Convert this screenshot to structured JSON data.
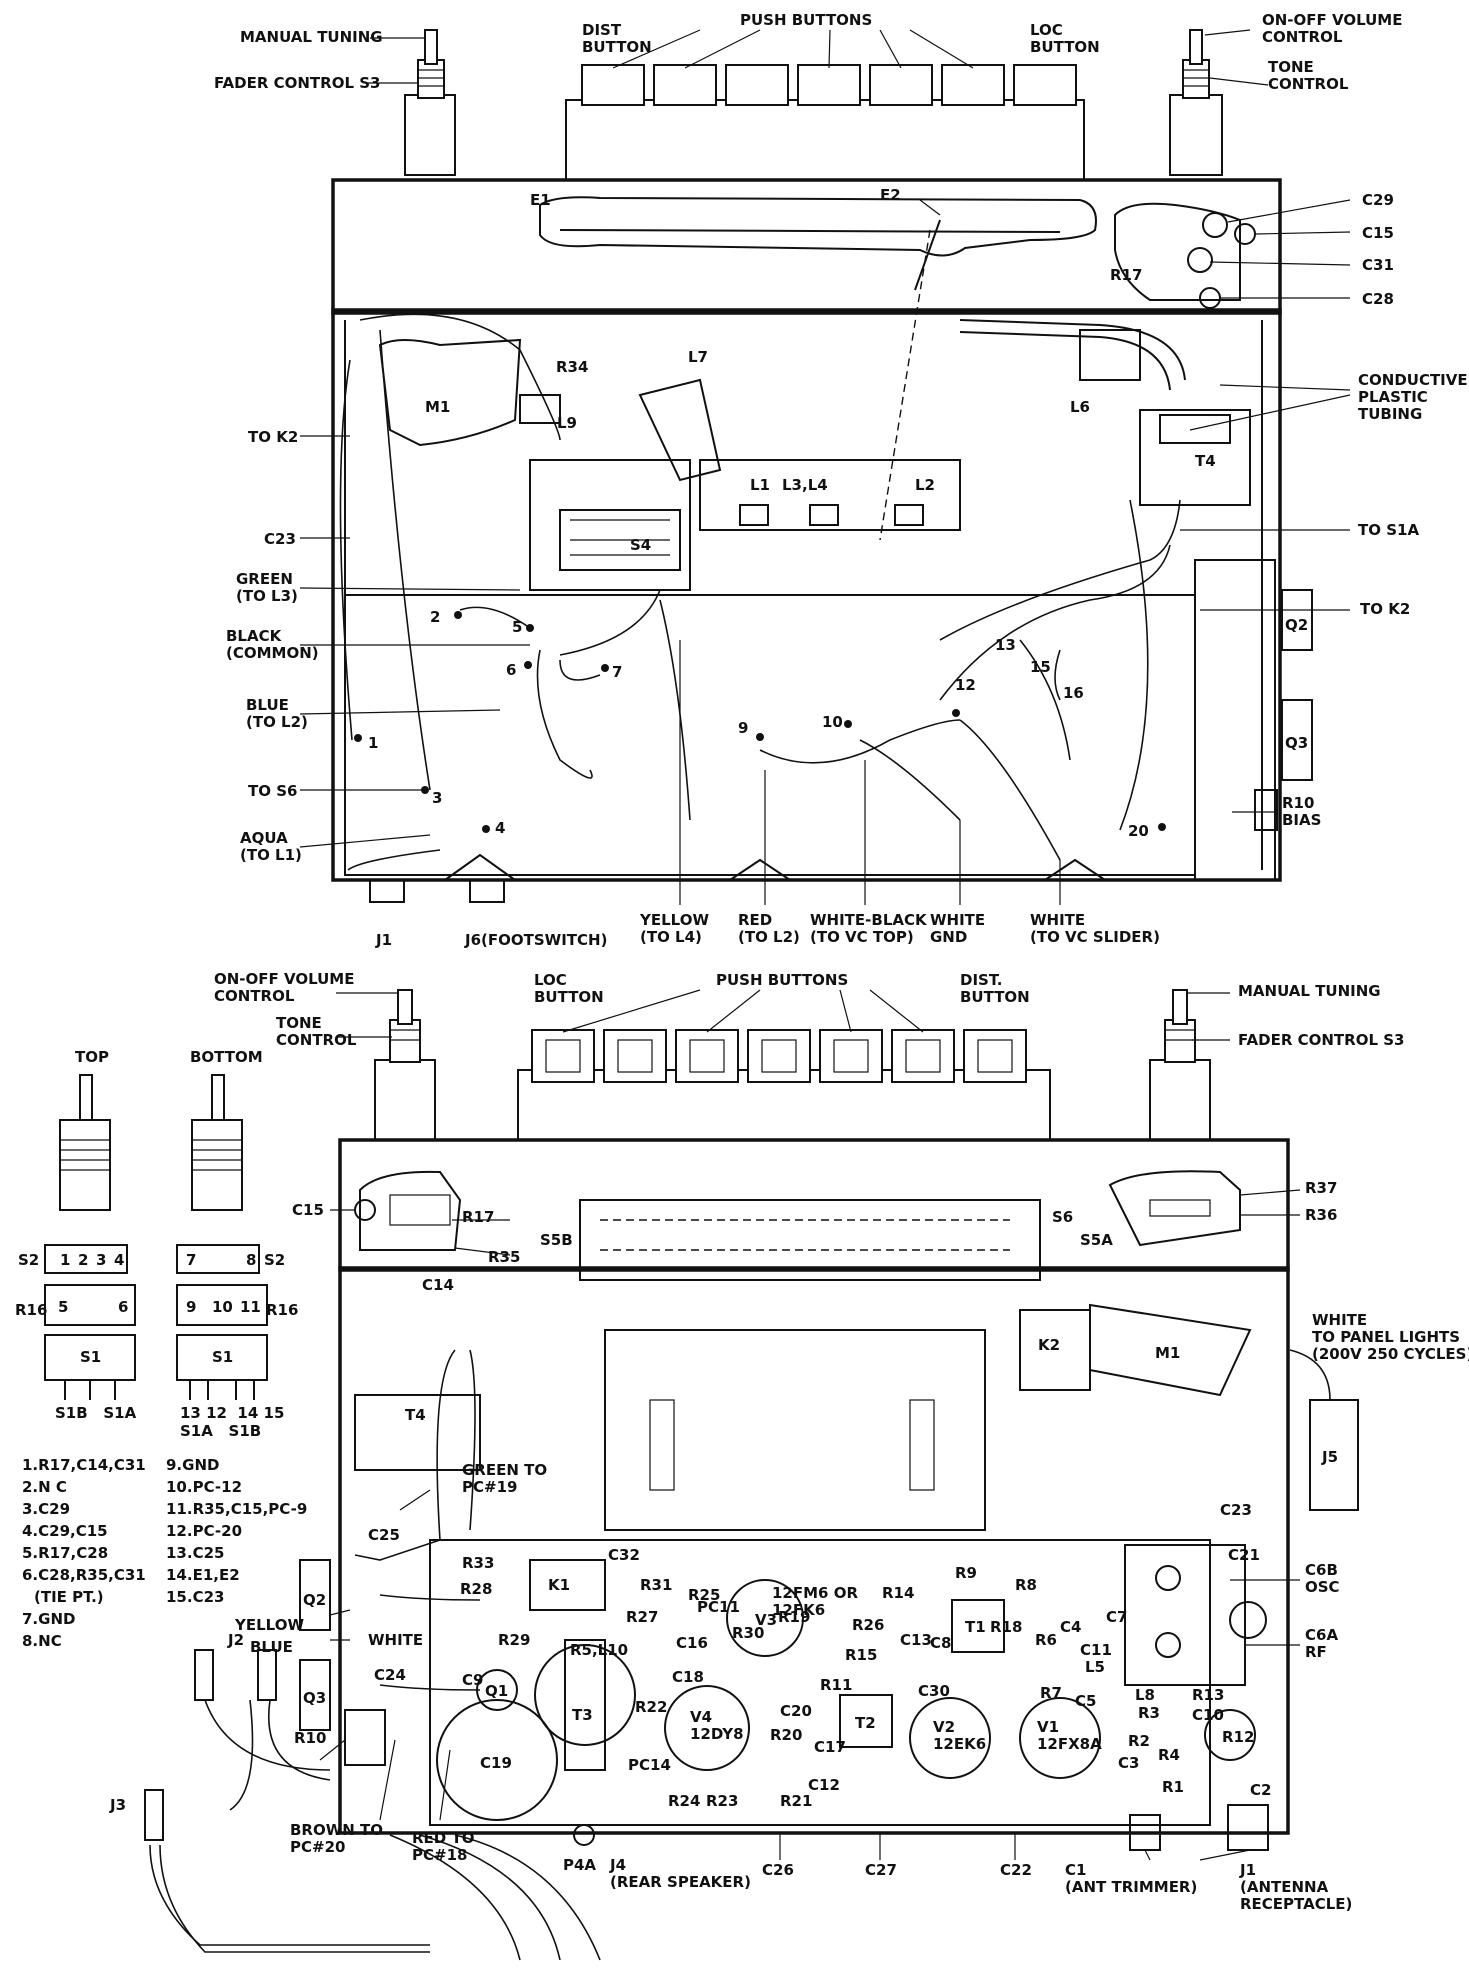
{
  "top_view": {
    "labels": {
      "manual_tuning": "MANUAL TUNING",
      "fader_control": "FADER CONTROL S3",
      "dist_button": "DIST\nBUTTON",
      "push_buttons": "PUSH BUTTONS",
      "loc_button": "LOC\nBUTTON",
      "on_off_volume": "ON-OFF VOLUME\nCONTROL",
      "tone_control": "TONE\nCONTROL",
      "to_k2_left": "TO K2",
      "c23": "C23",
      "green_to_l3": "GREEN\n(TO L3)",
      "black_common": "BLACK\n(COMMON)",
      "blue_to_l2": "BLUE\n(TO L2)",
      "to_s6": "TO S6",
      "aqua_to_l1": "AQUA\n(TO L1)",
      "j1": "J1",
      "j6": "J6(FOOTSWITCH)",
      "yellow_to_l4": "YELLOW\n(TO L4)",
      "red_to_l2": "RED\n(TO L2)",
      "white_black": "WHITE-BLACK\n(TO VC TOP)",
      "white_gnd": "WHITE\nGND",
      "white_vc_slider": "WHITE\n(TO VC SLIDER)",
      "r10_bias": "R10\nBIAS",
      "to_k2_right": "TO K2",
      "to_s1a": "TO S1A",
      "conductive": "CONDUCTIVE\nPLASTIC\nTUBING",
      "c29": "C29",
      "c15": "C15",
      "c31": "C31",
      "c28": "C28",
      "q2": "Q2",
      "q3": "Q3",
      "e1": "E1",
      "e2": "E2",
      "r17": "R17",
      "m1": "M1",
      "l7": "L7",
      "r34": "R34",
      "l9": "L9",
      "l6": "L6",
      "t4": "T4",
      "s4": "S4",
      "l1": "L1",
      "l3l4": "L3,L4",
      "l2": "L2"
    },
    "wire_numbers": [
      "1",
      "2",
      "3",
      "4",
      "5",
      "6",
      "7",
      "9",
      "10",
      "12",
      "13",
      "15",
      "16",
      "20"
    ]
  },
  "bottom_view": {
    "labels": {
      "on_off_volume": "ON-OFF VOLUME\nCONTROL",
      "tone_control": "TONE\nCONTROL",
      "loc_button": "LOC\nBUTTON",
      "push_buttons": "PUSH BUTTONS",
      "dist_button": "DIST.\nBUTTON",
      "manual_tuning": "MANUAL TUNING",
      "fader_control": "FADER CONTROL S3",
      "white_panel": "WHITE\nTO PANEL LIGHTS\n(200V 250 CYCLES)",
      "c23": "C23",
      "j5": "J5",
      "c6b": "C6B\nOSC",
      "c6a": "C6A\nRF",
      "r37": "R37",
      "r36": "R36",
      "s6": "S6",
      "s5a": "S5A",
      "s5b": "S5B",
      "c15": "C15",
      "r17": "R17",
      "r35": "R35",
      "c14": "C14",
      "m1": "M1",
      "k2": "K2",
      "t4": "T4",
      "green_to_pc19": "GREEN TO\nPC#19",
      "c25": "C25",
      "q2": "Q2",
      "q3": "Q3",
      "white": "WHITE",
      "yellow": "YELLOW",
      "blue": "BLUE",
      "c24": "C24",
      "r10": "R10",
      "brown_to_pc20": "BROWN TO\nPC#20",
      "red_to_pc18": "RED TO\nPC#18",
      "p4a": "P4A",
      "j4": "J4\n(REAR SPEAKER)",
      "c26": "C26",
      "c27": "C27",
      "c22": "C22",
      "c1": "C1\n(ANT TRIMMER)",
      "j1": "J1\n(ANTENNA\nRECEPTACLE)",
      "j2": "J2",
      "j3": "J3",
      "pc11": "PC11",
      "tube_12fm6": "12FM6 OR\n12FK6",
      "v3": "V3",
      "v4": "V4\n12DY8",
      "v2": "V2\n12EK6",
      "v1": "V1\n12FX8A",
      "t1": "T1",
      "t2": "T2",
      "t3": "T3",
      "c19": "C19",
      "q1": "Q1",
      "k1": "K1",
      "parts": [
        "R33",
        "R28",
        "C32",
        "R31",
        "R25",
        "R27",
        "R29",
        "R5,L10",
        "R30",
        "R19",
        "C16",
        "C18",
        "R22",
        "R14",
        "R26",
        "C13",
        "C8",
        "R15",
        "R11",
        "C30",
        "R9",
        "R18",
        "R8",
        "R6",
        "C4",
        "C11",
        "C7",
        "C21",
        "L5",
        "R7",
        "C5",
        "L8",
        "R3",
        "R13",
        "C10",
        "R12",
        "R2",
        "C3",
        "R4",
        "R1",
        "C2",
        "C20",
        "R20",
        "C17",
        "C12",
        "PC14",
        "R24",
        "R23",
        "R21",
        "C9"
      ]
    }
  },
  "switch_detail": {
    "top_label": "TOP",
    "bottom_label": "BOTTOM",
    "top_terminals": [
      "1",
      "2",
      "3",
      "4"
    ],
    "top_s2": "S2",
    "top_r16": "R16",
    "top_lower_terminals": [
      "5",
      "6"
    ],
    "top_s1": "S1",
    "top_pins": "S1B   S1A",
    "bottom_terminals": [
      "7",
      "8"
    ],
    "bottom_s2": "S2",
    "bottom_r16": "R16",
    "bottom_lower_terminals": [
      "9",
      "10",
      "11"
    ],
    "bottom_s1": "S1",
    "bottom_pins": "13 12  14 15",
    "bottom_pins2": "S1A   S1B"
  },
  "legend": [
    "1.R17,C14,C31",
    "2.N C",
    "3.C29",
    "4.C29,C15",
    "5.R17,C28",
    "6.C28,R35,C31",
    "(TIE PT.)",
    "7.GND",
    "8.NC",
    "9.GND",
    "10.PC-12",
    "11.R35,C15,PC-9",
    "12.PC-20",
    "13.C25",
    "14.E1,E2",
    "15.C23"
  ]
}
